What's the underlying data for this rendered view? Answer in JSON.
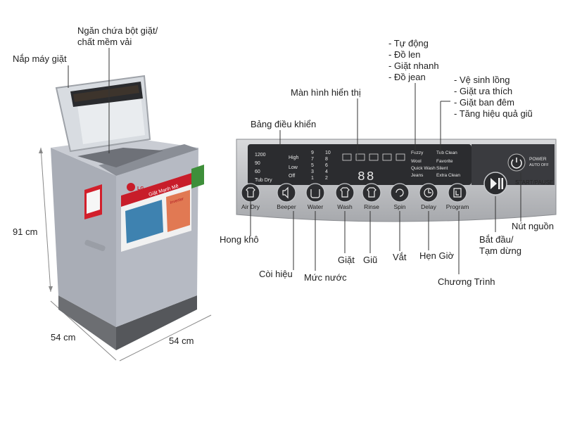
{
  "washer": {
    "lid_label": "Nắp máy giặt",
    "dispenser_label": [
      "Ngăn chứa bột giặt/",
      "chất mềm vải"
    ],
    "height_label": "91 cm",
    "width_left_label": "54 cm",
    "width_right_label": "54 cm",
    "brand": "LG",
    "sticker_title": "Giặt Mạnh Mẽ",
    "sticker_sub": "Inverter"
  },
  "panel": {
    "display_label": "Màn hình hiển thị",
    "control_panel_label": "Bảng điều khiển",
    "program_group_1": [
      "- Tự động",
      "- Đồ len",
      "- Giặt nhanh",
      "- Đồ jean"
    ],
    "program_group_2": [
      "- Vệ sinh lồng",
      "- Giặt ưa thích",
      "- Giặt ban đêm",
      "- Tăng hiệu quả giũ"
    ],
    "display_digits": "88",
    "spin_levels": [
      "1200",
      "90",
      "60"
    ],
    "water_levels": [
      "High",
      "Low",
      "Off"
    ],
    "water_numbers_left": [
      "9",
      "7",
      "5",
      "3",
      "1"
    ],
    "water_numbers_right": [
      "10",
      "8",
      "6",
      "4",
      "2"
    ],
    "tub_dry_text": "Tub Dry",
    "programs_mid": [
      "Fuzzy",
      "Wool",
      "Quick Wash",
      "Jeans"
    ],
    "programs_right": [
      "Tub Clean",
      "Favorite",
      "Silent",
      "Extra Clean"
    ],
    "power_text": [
      "POWER",
      "AUTO OFF"
    ],
    "start_pause_text": "START/PAUSE",
    "buttons": [
      "Air Dry",
      "Beeper",
      "Water",
      "Wash",
      "Rinse",
      "Spin",
      "Delay",
      "Program"
    ]
  },
  "callouts": {
    "air_dry": "Hong khô",
    "beeper": "Còi hiệu",
    "water": "Mức nước",
    "wash": "Giặt",
    "rinse": "Giũ",
    "spin": "Vắt",
    "delay": "Hẹn Giờ",
    "program": "Chương Trình",
    "start_pause": [
      "Bắt đầu/",
      "Tạm dừng"
    ],
    "power": "Nút nguồn"
  }
}
